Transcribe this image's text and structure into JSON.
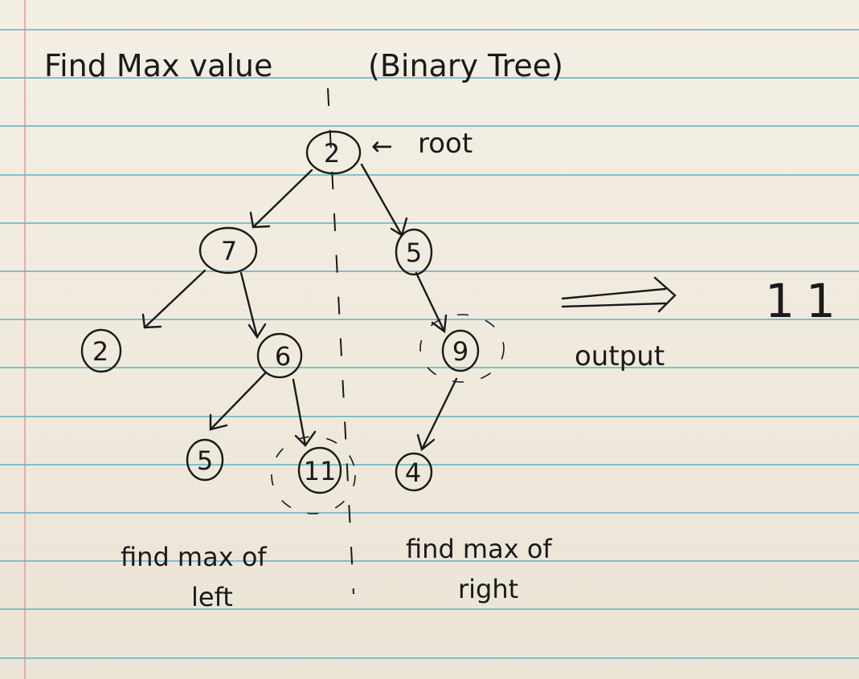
{
  "title": "Find Max value",
  "subtitle": "(Binary Tree)",
  "root_label": "root",
  "root_arrow": "←",
  "nodes": {
    "n_root": "2",
    "n_left": "7",
    "n_right": "5",
    "n_ll": "2",
    "n_lr": "6",
    "n_rr": "9",
    "n_lrl": "5",
    "n_lrr": "11",
    "n_rrl": "4"
  },
  "output_label": "output",
  "output_value": "11",
  "left_caption": [
    "find max of",
    "left"
  ],
  "right_caption": [
    "find max of",
    "right"
  ]
}
